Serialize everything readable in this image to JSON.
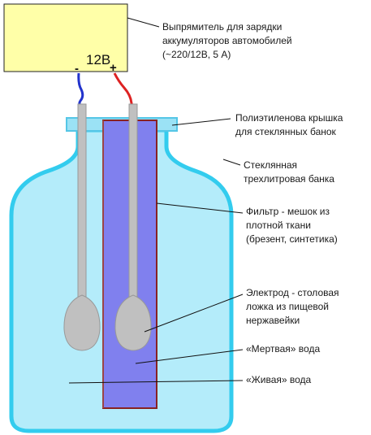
{
  "charger": {
    "voltage": "12В",
    "minus": "-",
    "plus": "+",
    "label_lines": [
      "Выпрямитель для зарядки",
      "аккумуляторов автомобилей",
      "(~220/12В, 5 А)"
    ]
  },
  "lid": {
    "label_lines": [
      "Полиэтиленова крышка",
      "для стеклянных банок"
    ]
  },
  "jar": {
    "label_lines": [
      "Стеклянная",
      "трехлитровая банка"
    ]
  },
  "filter": {
    "label_lines": [
      "Фильтр - мешок из",
      "плотной ткани",
      "(брезент, синтетика)"
    ]
  },
  "electrode": {
    "label_lines": [
      "Электрод - столовая",
      "ложка из пищевой",
      "нержавейки"
    ]
  },
  "dead_water": {
    "label": "«Мертвая» вода"
  },
  "live_water": {
    "label": "«Живая» вода"
  },
  "colors": {
    "charger_fill": "#ffffa8",
    "jar_outline": "#33ccee",
    "water": "#b4ecfa",
    "filter_fill": "#8080ee",
    "filter_outline": "#882222",
    "spoon": "#c0c0c0",
    "wire_negative": "#2233cc",
    "wire_positive": "#dd2222"
  }
}
